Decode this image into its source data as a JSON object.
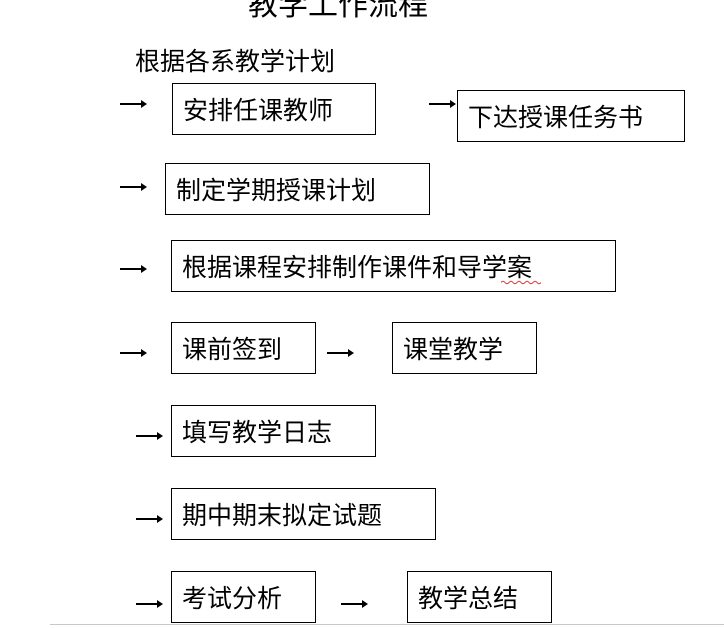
{
  "title": "教学工作流程",
  "subtitle": "根据各系教学计划",
  "steps": {
    "arrange_teachers": "安排任课教师",
    "issue_task_book": "下达授课任务书",
    "term_plan": "制定学期授课计划",
    "courseware": "根据课程安排制作课件和导学案",
    "sign_in": "课前签到",
    "classroom_teaching": "课堂教学",
    "teaching_log": "填写教学日志",
    "exam_questions": "期中期末拟定试题",
    "exam_analysis": "考试分析",
    "teaching_summary": "教学总结"
  },
  "colors": {
    "line": "#000000",
    "background": "#ffffff",
    "spellcheck_underline": "#e03030"
  }
}
